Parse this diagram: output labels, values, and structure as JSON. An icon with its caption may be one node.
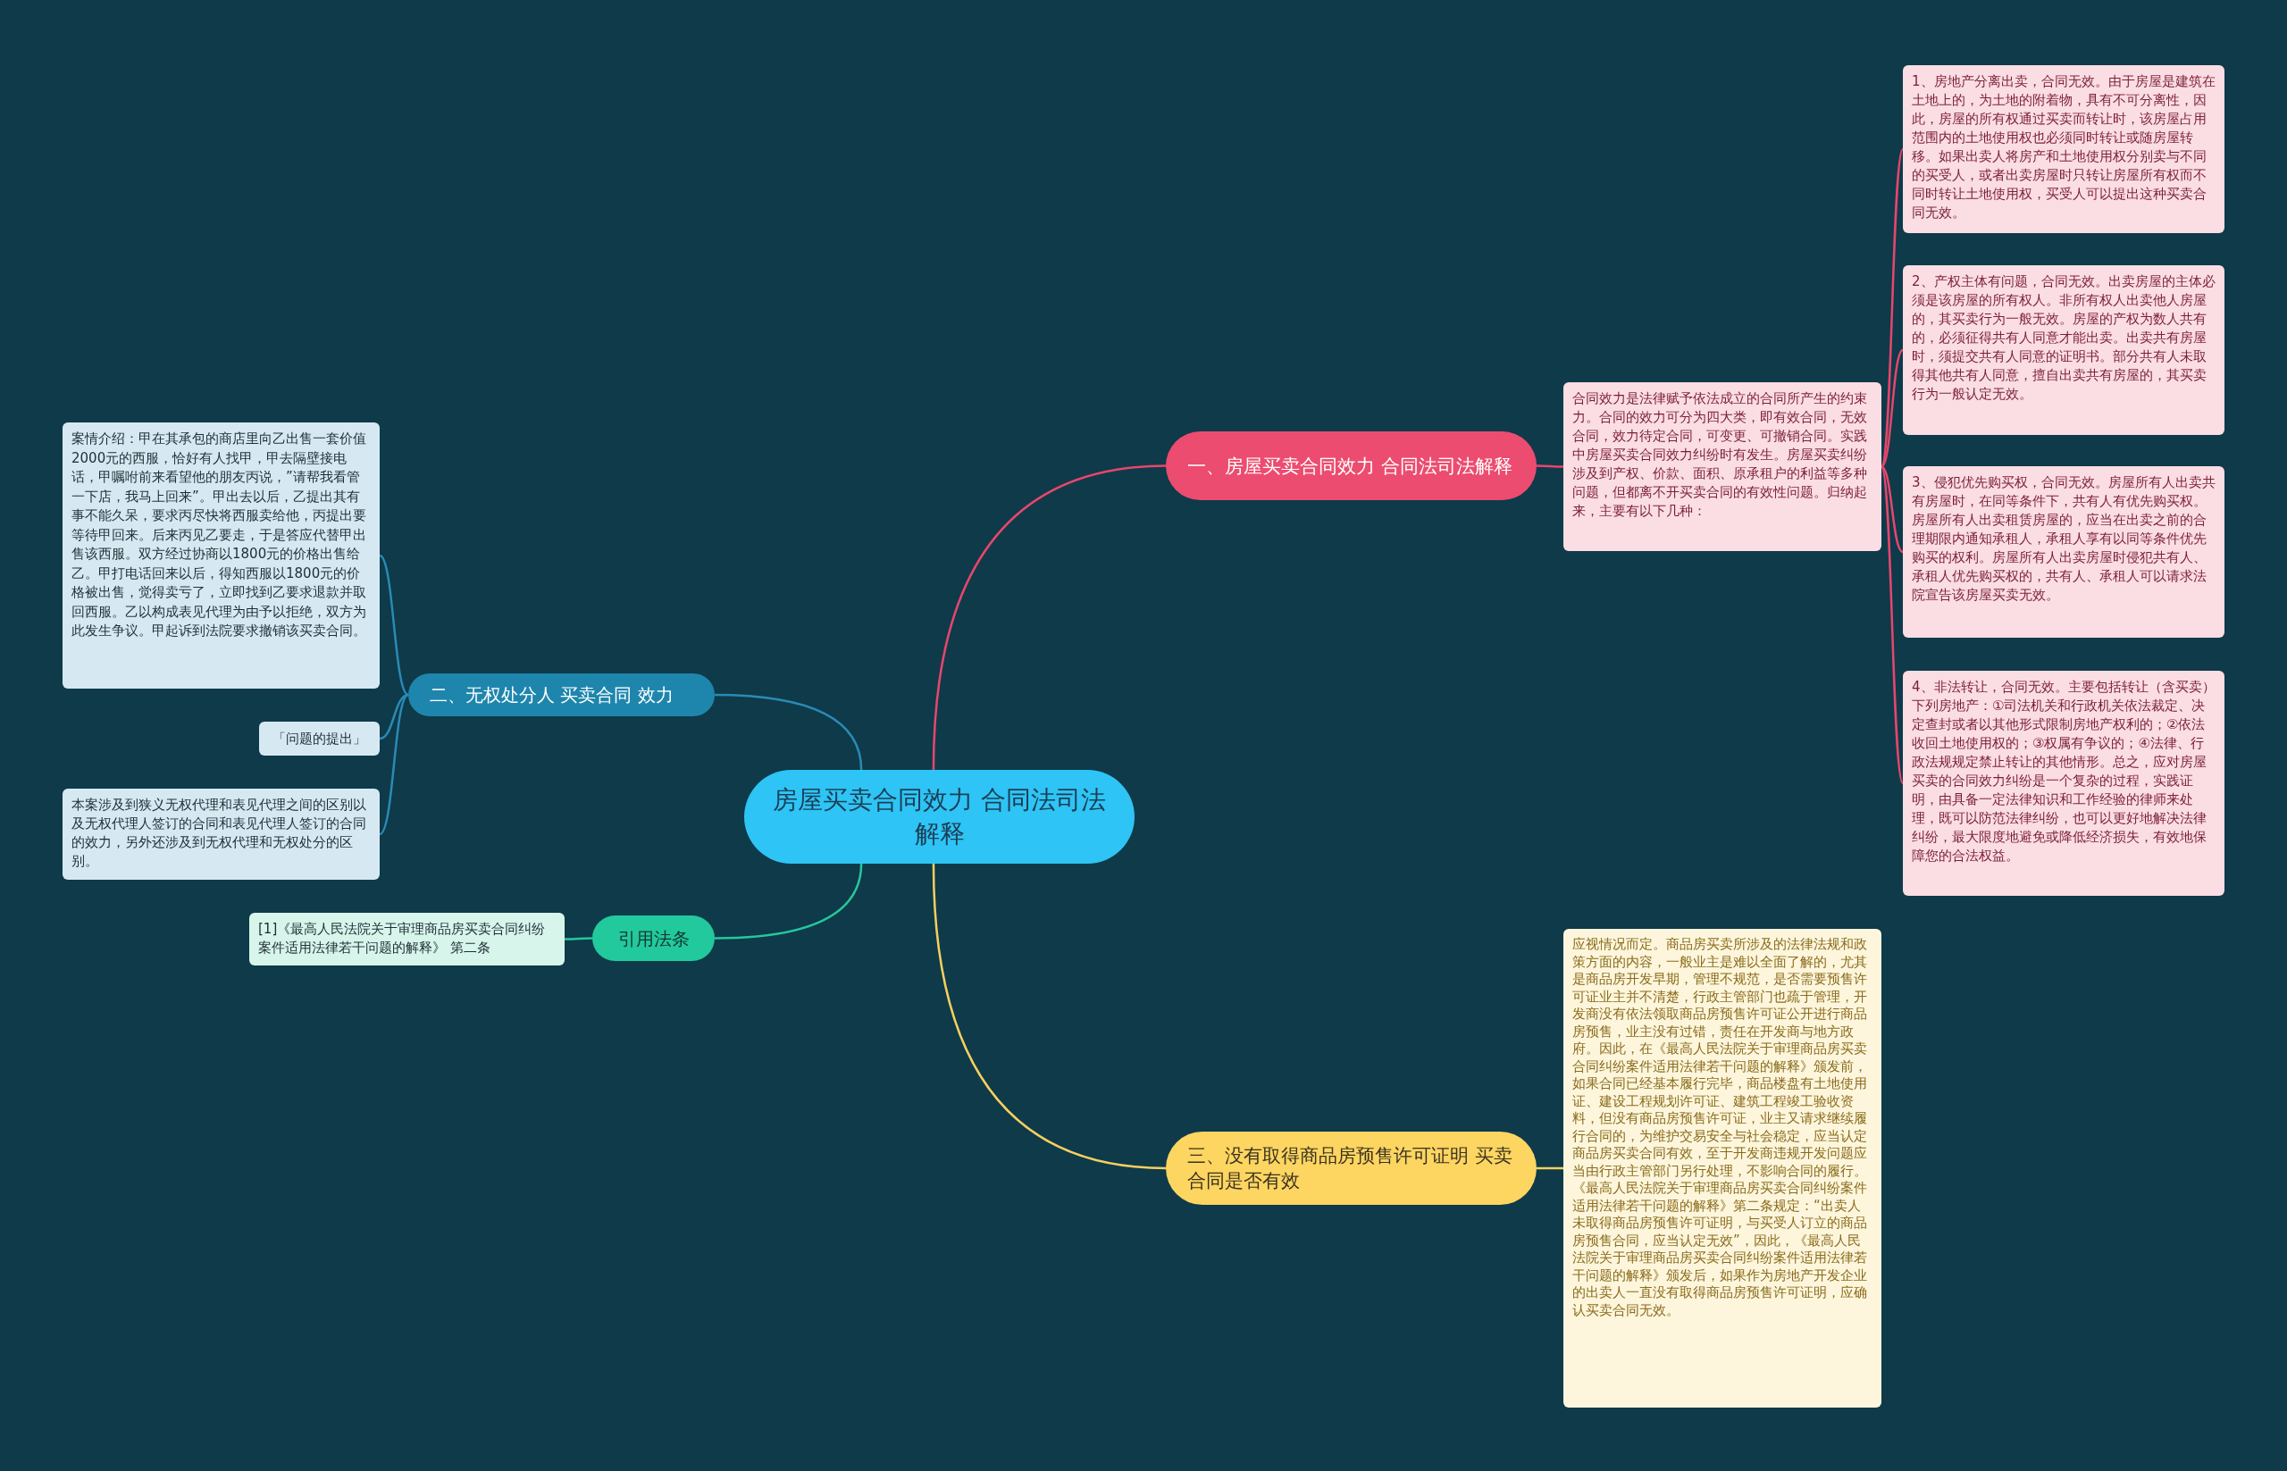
{
  "diagram": {
    "nodes": [
      {
        "text": [
          "房屋买卖合同效力 合同法司法解释"
        ]
      },
      {
        "text": [
          "一、房屋买卖合同效力 合同法司法解释"
        ]
      },
      {
        "text": [
          "合同效力是法律赋予依法成立的合同所产生的约束力。合同的效力可分为四大类，即有效合同，无效合同，效力待定合同，可变更、可撤销合同。实践中房屋买卖合同效力纠纷时有发生。房屋买卖纠纷涉及到产权、价款、面积、原承租户的利益等多种问题，但都离不开买卖合同的有效性问题。归纳起来，主要有以下几种："
        ]
      },
      {
        "text": [
          "1、房地产分离出卖，合同无效。由于房屋是建筑在土地上的，为土地的附着物，具有不可分离性，因此，房屋的所有权通过买卖而转让时，该房屋占用范围内的土地使用权也必须同时转让或随房屋转移。如果出卖人将房产和土地使用权分别卖与不同的买受人，或者出卖房屋时只转让房屋所有权而不同时转让土地使用权，买受人可以提出这种买卖合同无效。"
        ]
      },
      {
        "text": [
          "2、产权主体有问题，合同无效。出卖房屋的主体必须是该房屋的所有权人。非所有权人出卖他人房屋的，其买卖行为一般无效。房屋的产权为数人共有的，必须征得共有人同意才能出卖。出卖共有房屋时，须提交共有人同意的证明书。部分共有人未取得其他共有人同意，擅自出卖共有房屋的，其买卖行为一般认定无效。"
        ]
      },
      {
        "text": [
          "3、侵犯优先购买权，合同无效。房屋所有人出卖共有房屋时，在同等条件下，共有人有优先购买权。房屋所有人出卖租赁房屋的，应当在出卖之前的合理期限内通知承租人，承租人享有以同等条件优先购买的权利。房屋所有人出卖房屋时侵犯共有人、承租人优先购买权的，共有人、承租人可以请求法院宣告该房屋买卖无效。"
        ]
      },
      {
        "text": [
          "4、非法转让，合同无效。主要包括转让（含买卖）下列房地产：①司法机关和行政机关依法裁定、决定查封或者以其他形式限制房地产权利的；②依法收回土地使用权的；③权属有争议的；④法律、行政法规规定禁止转让的其他情形。总之，应对房屋买卖的合同效力纠纷是一个复杂的过程，实践证明，由具备一定法律知识和工作经验的律师来处理，既可以防范法律纠纷，也可以更好地解决法律纠纷，最大限度地避免或降低经济损失，有效地保障您的合法权益。"
        ]
      },
      {
        "text": [
          "二、无权处分人 买卖合同 效力"
        ]
      },
      {
        "text": [
          "案情介绍：甲在其承包的商店里向乙出售一套价值2000元的西服，恰好有人找甲，甲去隔壁接电话，甲嘱咐前来看望他的朋友丙说，”请帮我看管一下店，我马上回来”。甲出去以后，乙提出其有事不能久呆，要求丙尽快将西服卖给他，丙提出要等待甲回来。后来丙见乙要走，于是答应代替甲出售该西服。双方经过协商以1800元的价格出售给乙。甲打电话回来以后，得知西服以1800元的价格被出售，觉得卖亏了，立即找到乙要求退款并取回西服。乙以构成表见代理为由予以拒绝，双方为此发生争议。甲起诉到法院要求撤销该买卖合同。"
        ]
      },
      {
        "text": [
          "「问题的提出」"
        ]
      },
      {
        "text": [
          "本案涉及到狭义无权代理和表见代理之间的区别以及无权代理人签订的合同和表见代理人签订的合同的效力，另外还涉及到无权代理和无权处分的区别。"
        ]
      },
      {
        "text": [
          "引用法条"
        ]
      },
      {
        "text": [
          "[1]《最高人民法院关于审理商品房买卖合同纠纷案件适用法律若干问题的解释》 第二条"
        ]
      },
      {
        "text": [
          "三、没有取得商品房预售许可证明 买卖合同是否有效"
        ]
      },
      {
        "text": [
          "应视情况而定。商品房买卖所涉及的法律法规和政策方面的内容，一般业主是难以全面了解的，尤其是商品房开发早期，管理不规范，是否需要预售许可证业主并不清楚，行政主管部门也疏于管理，开发商没有依法领取商品房预售许可证公开进行商品房预售，业主没有过错，责任在开发商与地方政府。因此，在《最高人民法院关于审理商品房买卖合同纠纷案件适用法律若干问题的解释》颁发前，如果合同已经基本履行完毕，商品楼盘有土地使用证、建设工程规划许可证、建筑工程竣工验收资料，但没有商品房预售许可证，业主又请求继续履行合同的，为维护交易安全与社会稳定，应当认定商品房买卖合同有效，至于开发商违规开发问题应当由行政主管部门另行处理，不影响合同的履行。《最高人民法院关于审理商品房买卖合同纠纷案件适用法律若干问题的解释》第二条规定：“出卖人未取得商品房预售许可证明，与买受人订立的商品房预售合同，应当认定无效”，因此，《最高人民法院关于审理商品房买卖合同纠纷案件适用法律若干问题的解释》颁发后，如果作为房地产开发企业的出卖人一直没有取得商品房预售许可证明，应确认买卖合同无效。"
        ]
      }
    ],
    "edges": [
      {
        "from": 0,
        "to": 1,
        "arrow": "none",
        "color": "#e8466c"
      },
      {
        "from": 1,
        "to": 2,
        "arrow": "none",
        "color": "#e8466c"
      },
      {
        "from": 2,
        "to": 3,
        "arrow": "none",
        "color": "#e8466c"
      },
      {
        "from": 2,
        "to": 4,
        "arrow": "none",
        "color": "#e8466c"
      },
      {
        "from": 2,
        "to": 5,
        "arrow": "none",
        "color": "#e8466c"
      },
      {
        "from": 2,
        "to": 6,
        "arrow": "none",
        "color": "#e8466c"
      },
      {
        "from": 0,
        "to": 7,
        "arrow": "none",
        "color": "#2a8ab5"
      },
      {
        "from": 7,
        "to": 8,
        "arrow": "none",
        "color": "#2a8ab5"
      },
      {
        "from": 7,
        "to": 9,
        "arrow": "none",
        "color": "#2a8ab5"
      },
      {
        "from": 7,
        "to": 10,
        "arrow": "none",
        "color": "#2a8ab5"
      },
      {
        "from": 0,
        "to": 11,
        "arrow": "none",
        "color": "#26c79b"
      },
      {
        "from": 11,
        "to": 12,
        "arrow": "none",
        "color": "#26c79b"
      },
      {
        "from": 0,
        "to": 13,
        "arrow": "none",
        "color": "#f5d05e"
      },
      {
        "from": 13,
        "to": 14,
        "arrow": "none",
        "color": "#f5d05e"
      }
    ]
  }
}
